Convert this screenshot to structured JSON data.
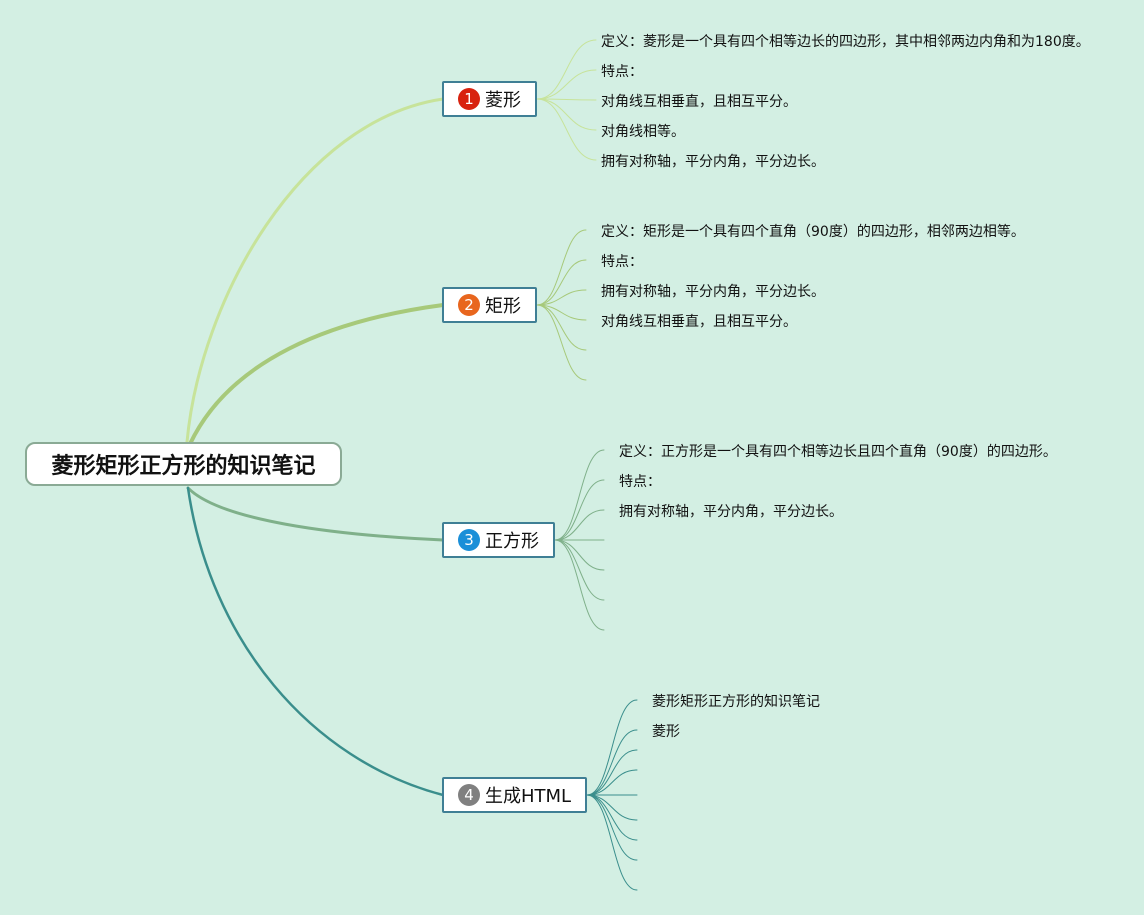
{
  "root": {
    "title": "菱形矩形正方形的知识笔记"
  },
  "colors": {
    "t1": "#c7e39a",
    "t2": "#a7c97a",
    "t3": "#7fb08a",
    "t4": "#3a8e8c",
    "badge1": "#d8220f",
    "badge2": "#e8661e",
    "badge3": "#1b8fd8",
    "badge4": "#808080"
  },
  "topics": [
    {
      "num": "1",
      "label": "菱形",
      "leaves": [
        "定义：菱形是一个具有四个相等边长的四边形，其中相邻两边内角和为180度。",
        "特点：",
        "对角线互相垂直，且相互平分。",
        "对角线相等。",
        "拥有对称轴，平分内角，平分边长。"
      ]
    },
    {
      "num": "2",
      "label": "矩形",
      "leaves": [
        "定义：矩形是一个具有四个直角（90度）的四边形，相邻两边相等。",
        "特点：",
        "拥有对称轴，平分内角，平分边长。",
        "对角线互相垂直，且相互平分。"
      ]
    },
    {
      "num": "3",
      "label": "正方形",
      "leaves": [
        "定义：正方形是一个具有四个相等边长且四个直角（90度）的四边形。",
        "特点：",
        "拥有对称轴，平分内角，平分边长。"
      ]
    },
    {
      "num": "4",
      "label": "生成HTML",
      "leaves": [
        "菱形矩形正方形的知识笔记",
        "菱形"
      ]
    }
  ]
}
